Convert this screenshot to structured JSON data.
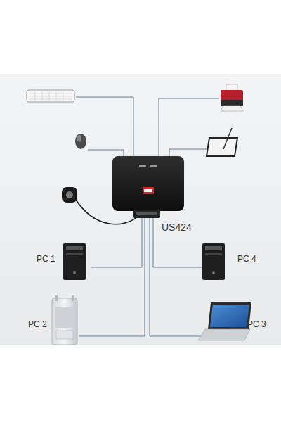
{
  "diagram": {
    "labels": [
      "US424",
      "PC 1",
      "PC 4",
      "PC 2",
      "PC 3"
    ]
  }
}
